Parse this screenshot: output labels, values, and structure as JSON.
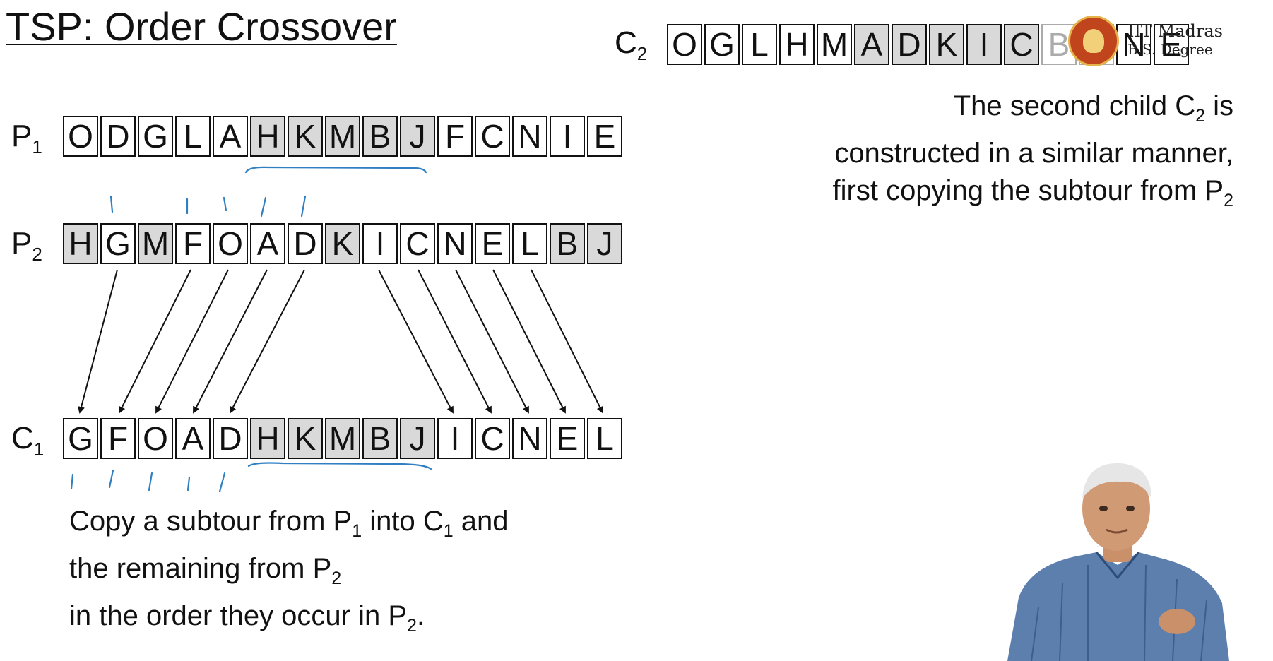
{
  "title": "TSP: Order Crossover",
  "rows": {
    "p1": {
      "label": "P",
      "sub": "1",
      "cells": [
        {
          "ch": "O",
          "shaded": false
        },
        {
          "ch": "D",
          "shaded": false
        },
        {
          "ch": "G",
          "shaded": false
        },
        {
          "ch": "L",
          "shaded": false
        },
        {
          "ch": "A",
          "shaded": false
        },
        {
          "ch": "H",
          "shaded": true
        },
        {
          "ch": "K",
          "shaded": true
        },
        {
          "ch": "M",
          "shaded": true
        },
        {
          "ch": "B",
          "shaded": true
        },
        {
          "ch": "J",
          "shaded": true
        },
        {
          "ch": "F",
          "shaded": false
        },
        {
          "ch": "C",
          "shaded": false
        },
        {
          "ch": "N",
          "shaded": false
        },
        {
          "ch": "I",
          "shaded": false
        },
        {
          "ch": "E",
          "shaded": false
        }
      ]
    },
    "p2": {
      "label": "P",
      "sub": "2",
      "cells": [
        {
          "ch": "H",
          "shaded": true
        },
        {
          "ch": "G",
          "shaded": false
        },
        {
          "ch": "M",
          "shaded": true
        },
        {
          "ch": "F",
          "shaded": false
        },
        {
          "ch": "O",
          "shaded": false
        },
        {
          "ch": "A",
          "shaded": false
        },
        {
          "ch": "D",
          "shaded": false
        },
        {
          "ch": "K",
          "shaded": true
        },
        {
          "ch": "I",
          "shaded": false
        },
        {
          "ch": "C",
          "shaded": false
        },
        {
          "ch": "N",
          "shaded": false
        },
        {
          "ch": "E",
          "shaded": false
        },
        {
          "ch": "L",
          "shaded": false
        },
        {
          "ch": "B",
          "shaded": true
        },
        {
          "ch": "J",
          "shaded": true
        }
      ]
    },
    "c1": {
      "label": "C",
      "sub": "1",
      "cells": [
        {
          "ch": "G",
          "shaded": false
        },
        {
          "ch": "F",
          "shaded": false
        },
        {
          "ch": "O",
          "shaded": false
        },
        {
          "ch": "A",
          "shaded": false
        },
        {
          "ch": "D",
          "shaded": false
        },
        {
          "ch": "H",
          "shaded": true
        },
        {
          "ch": "K",
          "shaded": true
        },
        {
          "ch": "M",
          "shaded": true
        },
        {
          "ch": "B",
          "shaded": true
        },
        {
          "ch": "J",
          "shaded": true
        },
        {
          "ch": "I",
          "shaded": false
        },
        {
          "ch": "C",
          "shaded": false
        },
        {
          "ch": "N",
          "shaded": false
        },
        {
          "ch": "E",
          "shaded": false
        },
        {
          "ch": "L",
          "shaded": false
        }
      ]
    },
    "c2": {
      "label": "C",
      "sub": "2",
      "cells": [
        {
          "ch": "O",
          "shaded": false
        },
        {
          "ch": "G",
          "shaded": false
        },
        {
          "ch": "L",
          "shaded": false
        },
        {
          "ch": "H",
          "shaded": false
        },
        {
          "ch": "M",
          "shaded": false
        },
        {
          "ch": "A",
          "shaded": true
        },
        {
          "ch": "D",
          "shaded": true
        },
        {
          "ch": "K",
          "shaded": true
        },
        {
          "ch": "I",
          "shaded": true
        },
        {
          "ch": "C",
          "shaded": true
        },
        {
          "ch": "B",
          "shaded": false
        },
        {
          "ch": "F",
          "shaded": false
        },
        {
          "ch": "N",
          "shaded": false
        },
        {
          "ch": "E",
          "shaded": false
        }
      ]
    }
  },
  "explanation_left": {
    "line1_pre": "Copy a subtour from P",
    "line1_sub1": "1",
    "line1_mid": " into C",
    "line1_sub2": "1",
    "line1_post": " and",
    "line2_pre": "the remaining from P",
    "line2_sub": "2",
    "line3_pre": "in the order they occur in P",
    "line3_sub": "2",
    "line3_post": "."
  },
  "explanation_right": {
    "line1_pre": "The second child C",
    "line1_sub": "2",
    "line1_post": " is",
    "line2": "constructed in a similar manner,",
    "line3_pre": "first copying the subtour from P",
    "line3_sub": "2"
  },
  "logo": {
    "line1": "IIT Madras",
    "line2": "B.S. Degree"
  },
  "colors": {
    "cell_shade": "#d9d9d9",
    "annotation_ink": "#2f7fc1",
    "arrow": "#111111"
  }
}
